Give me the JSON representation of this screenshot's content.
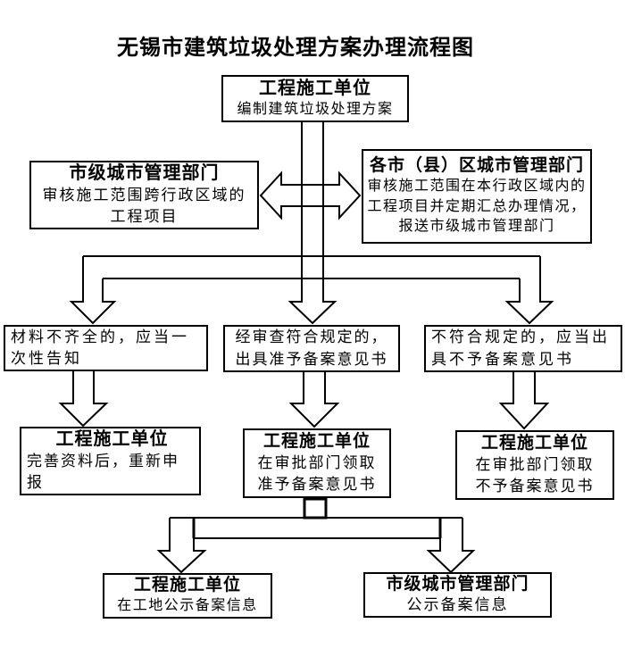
{
  "title": "无锡市建筑垃圾处理方案办理流程图",
  "colors": {
    "ink": "#000000",
    "background": "#ffffff"
  },
  "boxes": {
    "start": {
      "heading": "工程施工单位",
      "lines": [
        "编制建筑垃圾处理方案"
      ]
    },
    "city_dept": {
      "heading": "市级城市管理部门",
      "lines": [
        "审核施工范围跨行政区域的",
        "工程项目"
      ]
    },
    "district_dept": {
      "heading": "各市（县）区城市管理部门",
      "lines": [
        "审核施工范围在本行政区域内的",
        "工程项目并定期汇总办理情况，",
        "报送市级城市管理部门"
      ]
    },
    "incomplete": {
      "lines": [
        "材料不齐全的，应当一",
        "次性告知"
      ]
    },
    "approved": {
      "lines": [
        "经审查符合规定的，",
        "出具准予备案意见书"
      ]
    },
    "rejected": {
      "lines": [
        "不符合规定的，应当出",
        "具不予备案意见书"
      ]
    },
    "resubmit": {
      "heading": "工程施工单位",
      "lines": [
        "完善资料后，重新申",
        "报"
      ]
    },
    "collect_approved": {
      "heading": "工程施工单位",
      "lines": [
        "在审批部门领取",
        "准予备案意见书"
      ]
    },
    "collect_rejected": {
      "heading": "工程施工单位",
      "lines": [
        "在审批部门领取",
        "不予备案意见书"
      ]
    },
    "publicize_site": {
      "heading": "工程施工单位",
      "lines": [
        "在工地公示备案信息"
      ]
    },
    "publicize_city": {
      "heading": "市级城市管理部门",
      "lines": [
        "公示备案信息"
      ]
    }
  }
}
